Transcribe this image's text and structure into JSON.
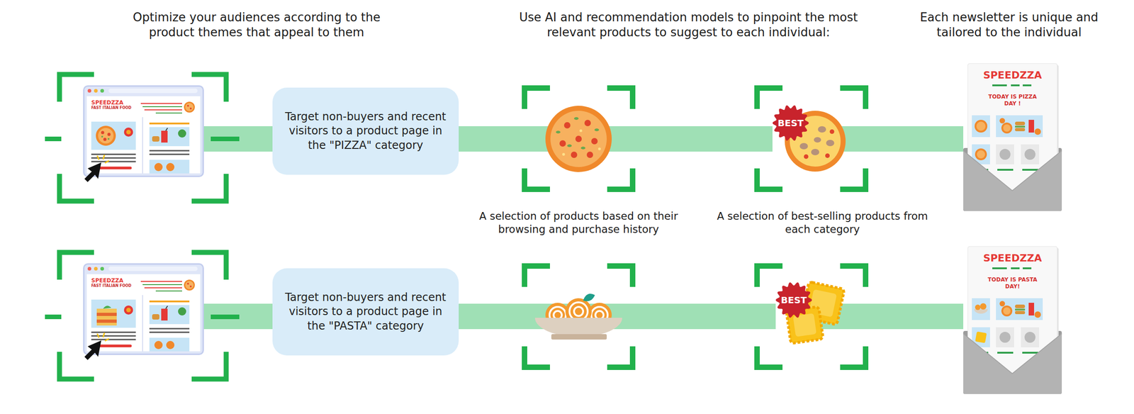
{
  "diagram": {
    "nodes": [
      {
        "text": [
          "SPEEDZZA",
          "FAST ITALIAN FOOD"
        ]
      },
      {
        "text": [
          "Target non-buyers and recent visitors to a product page in the \"PIZZA\" category"
        ]
      },
      {
        "text": [
          "BEST"
        ]
      },
      {
        "text": [
          "SPEEDZZA",
          "TODAY IS PIZZA DAY !"
        ]
      },
      {
        "text": [
          "SPEEDZZA",
          "FAST ITALIAN FOOD"
        ]
      },
      {
        "text": [
          "Target non-buyers and recent visitors to a product page in the \"PASTA\" category"
        ]
      },
      {
        "text": [
          "BEST"
        ]
      },
      {
        "text": [
          "SPEEDZZA",
          "TODAY IS PASTA DAY!"
        ]
      }
    ],
    "edges": [
      {
        "from": 0,
        "to": 1,
        "arrow": "none"
      },
      {
        "from": 1,
        "to": 2,
        "arrow": "none"
      },
      {
        "from": 2,
        "to": 3,
        "arrow": "none"
      },
      {
        "from": 4,
        "to": 5,
        "arrow": "none"
      },
      {
        "from": 5,
        "to": 6,
        "arrow": "none"
      },
      {
        "from": 6,
        "to": 7,
        "arrow": "none"
      }
    ],
    "labels": [
      "Optimize your audiences according to the product themes that appeal to them",
      "Use AI and recommendation models to pinpoint the most relevant products to suggest to each individual:",
      "Each newsletter is unique and tailored to the individual",
      "A selection of products based on their browsing and purchase history",
      "A selection of best-selling products from each category"
    ]
  }
}
